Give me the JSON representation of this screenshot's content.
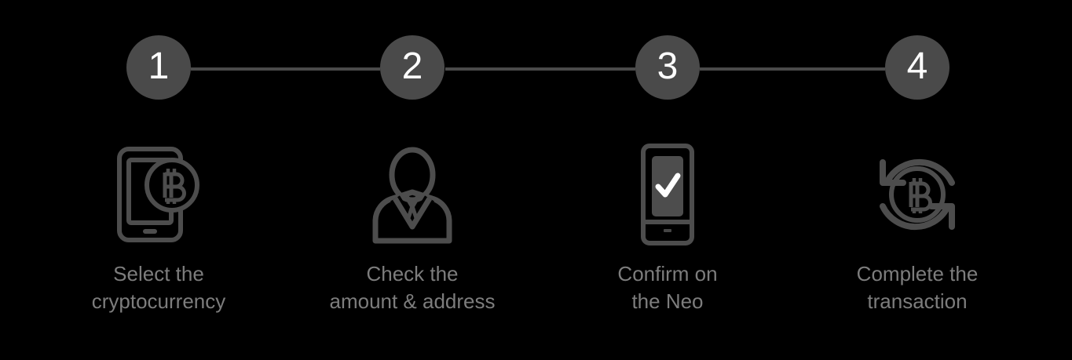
{
  "theme": {
    "background": "#000000",
    "badge_fill": "#4a4a4a",
    "badge_text": "#ffffff",
    "connector": "#4a4a4a",
    "icon_stroke": "#4d4d4d",
    "caption_text": "#7d7d7d"
  },
  "steps": [
    {
      "number": "1",
      "icon": "phone-bitcoin-icon",
      "caption_line1": "Select the",
      "caption_line2": "cryptocurrency"
    },
    {
      "number": "2",
      "icon": "person-suit-icon",
      "caption_line1": "Check the",
      "caption_line2": "amount & address"
    },
    {
      "number": "3",
      "icon": "device-checkmark-icon",
      "caption_line1": "Confirm on",
      "caption_line2": "the Neo"
    },
    {
      "number": "4",
      "icon": "bitcoin-refresh-icon",
      "caption_line1": "Complete the",
      "caption_line2": "transaction"
    }
  ]
}
